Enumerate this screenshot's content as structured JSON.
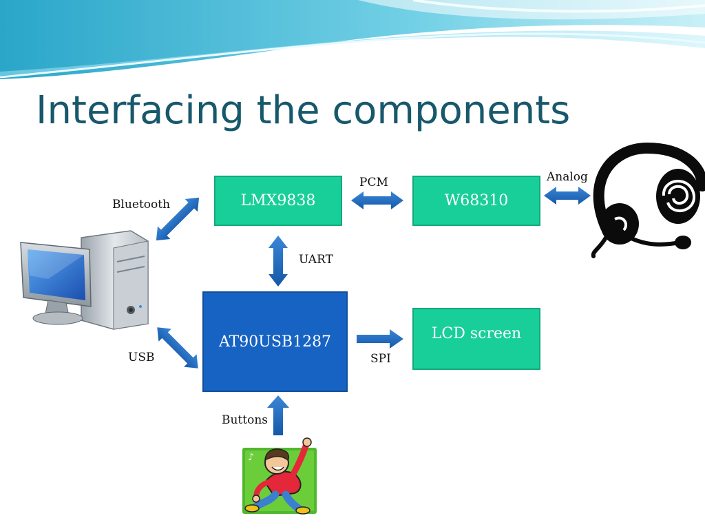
{
  "slide": {
    "title": "Interfacing the components"
  },
  "diagram": {
    "nodes": {
      "lmx": "LMX9838",
      "w68": "W68310",
      "mcu": "AT90USB1287",
      "lcd": "LCD screen"
    },
    "edge_labels": {
      "pcm": "PCM",
      "analog": "Analog",
      "bluetooth": "Bluetooth",
      "uart": "UART",
      "usb": "USB",
      "spi": "SPI",
      "buttons": "Buttons"
    },
    "icons": {
      "computer": "desktop-computer-icon",
      "headset": "headset-icon",
      "user": "dancing-person-icon"
    }
  },
  "colors": {
    "title": "#17586b",
    "green_box": "#18cf99",
    "blue_box": "#1763c4",
    "arrow": "#1f6fc7"
  }
}
